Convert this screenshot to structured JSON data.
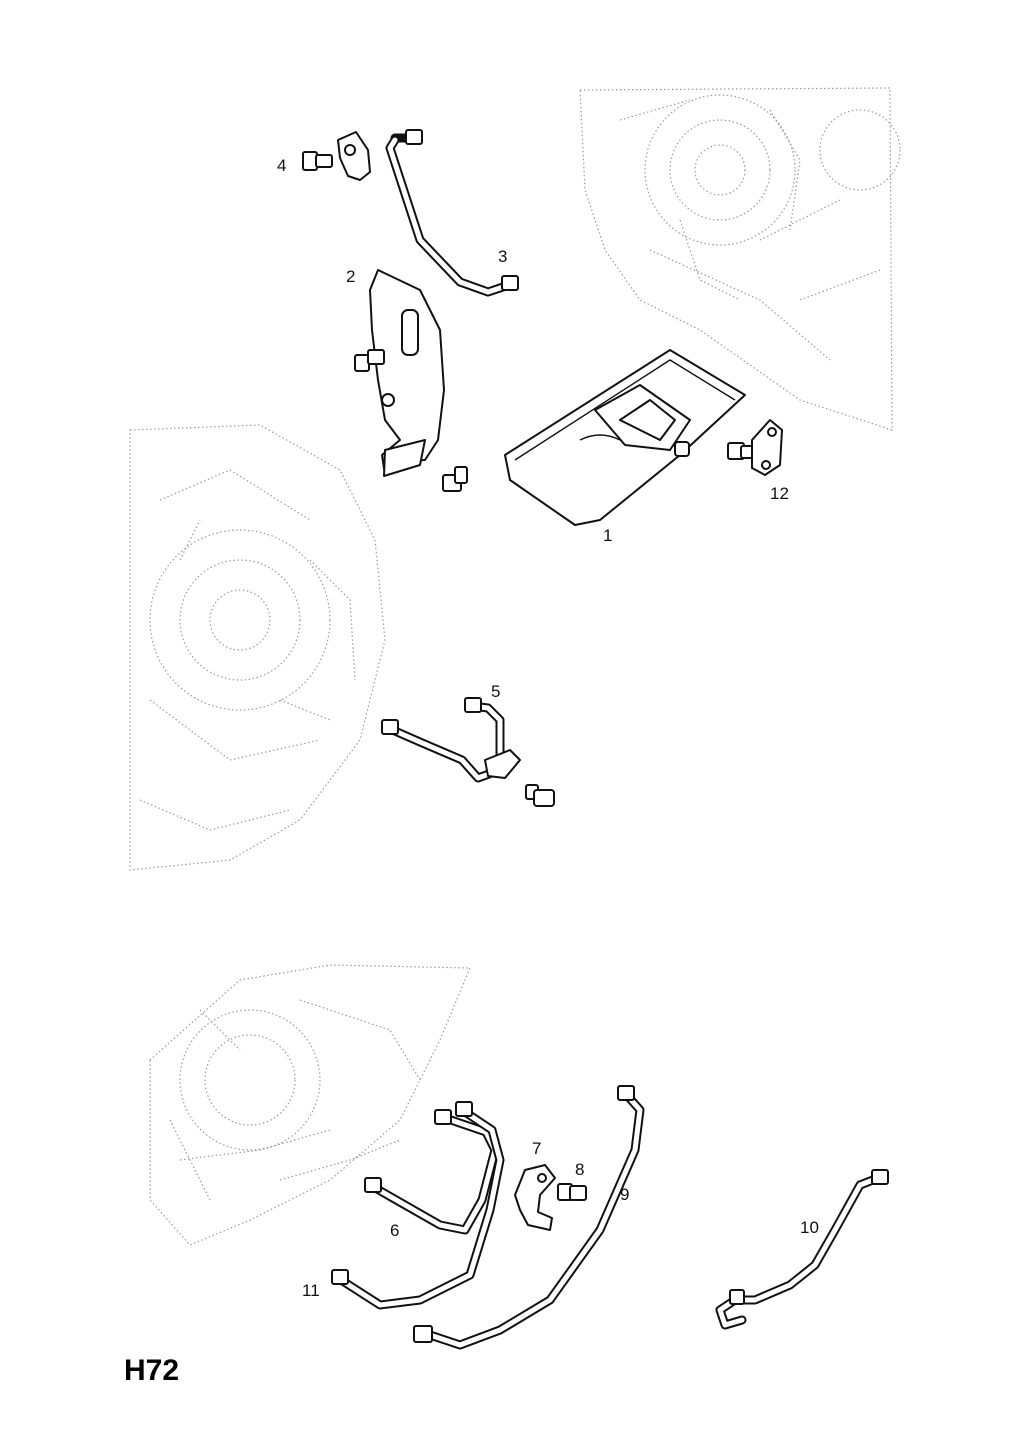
{
  "diagram": {
    "code": "H72",
    "callouts": {
      "c1": "1",
      "c2": "2",
      "c3": "3",
      "c4": "4",
      "c5": "5",
      "c6": "6",
      "c7": "7",
      "c8": "8",
      "c9": "9",
      "c10": "10",
      "c11": "11",
      "c12": "12"
    }
  }
}
